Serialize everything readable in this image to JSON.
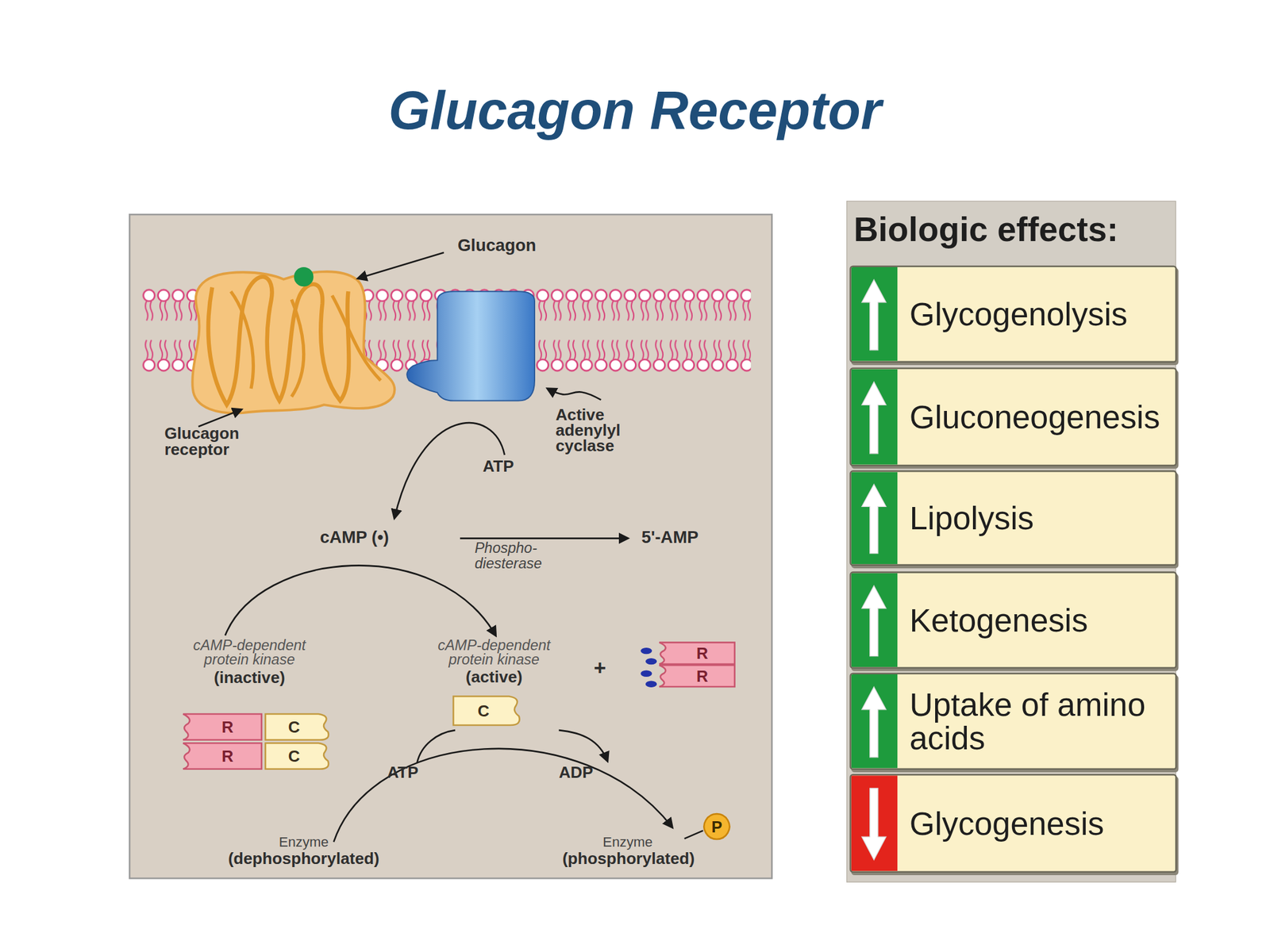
{
  "diagram": {
    "title": "Glucagon Receptor",
    "nodes": [
      {
        "text": [
          "R"
        ]
      },
      {
        "text": [
          "R"
        ]
      },
      {
        "text": [
          "C"
        ]
      },
      {
        "text": [
          "R"
        ]
      },
      {
        "text": [
          "C"
        ]
      },
      {
        "text": [
          "R"
        ]
      },
      {
        "text": [
          "C"
        ]
      },
      {
        "text": [
          "P"
        ]
      },
      {
        "text": [
          "Biologic effects:"
        ]
      },
      {
        "text": [
          "Glycogenolysis"
        ],
        "in": 8
      },
      {
        "text": [
          "Gluconeogenesis"
        ],
        "in": 8
      },
      {
        "text": [
          "Lipolysis"
        ],
        "in": 8
      },
      {
        "text": [
          "Ketogenesis"
        ],
        "in": 8
      },
      {
        "text": [
          "Uptake of amino acids"
        ],
        "in": 8
      },
      {
        "text": [
          "Glycogenesis"
        ],
        "in": 8
      }
    ],
    "labels": [
      "Glucagon",
      "Glucagon receptor",
      "Active adenylyl cyclase",
      "ATP",
      "cAMP (•)",
      "Phospho- diesterase",
      "5'-AMP",
      "cAMP-dependent protein kinase",
      "(inactive)",
      "cAMP-dependent protein kinase",
      "(active)",
      "+",
      "ATP",
      "ADP",
      "Enzyme",
      "(dephosphorylated)",
      "Enzyme",
      "(phosphorylated)"
    ]
  }
}
